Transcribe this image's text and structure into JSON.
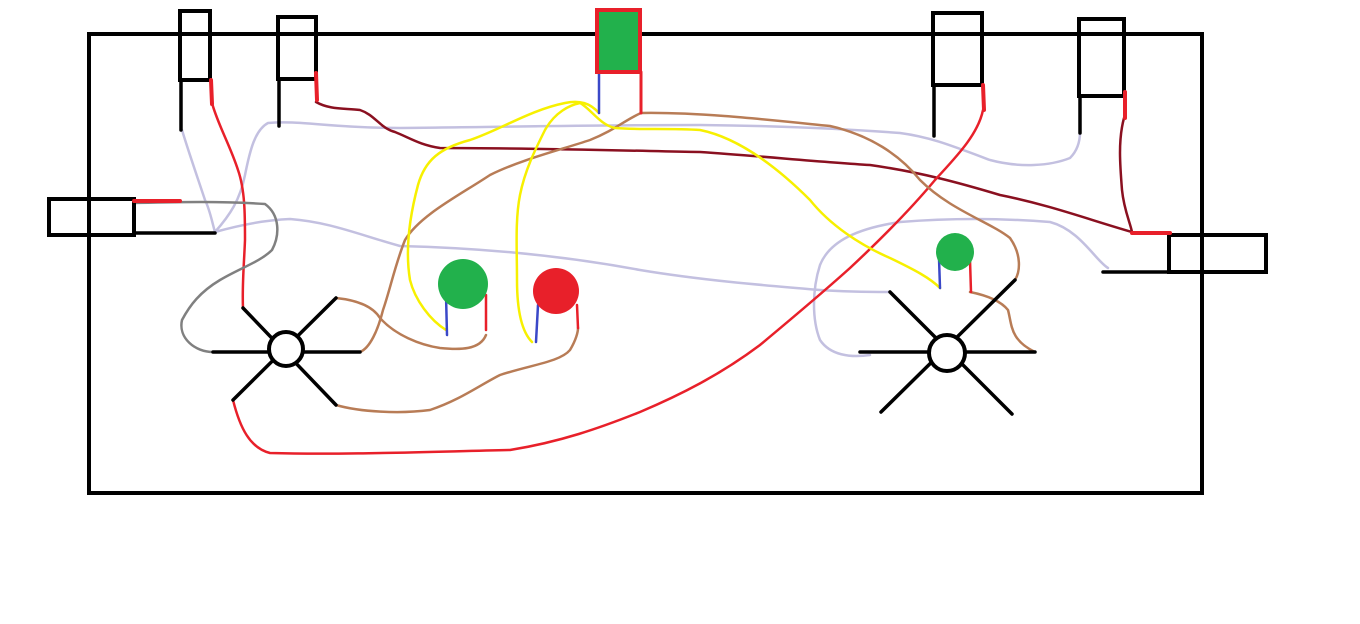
{
  "diagram": {
    "kind": "wiring-sketch",
    "colors": {
      "outline": "#000000",
      "red": "#e8202a",
      "lavender": "#c3c0e0",
      "maroon": "#8a1020",
      "brown": "#b87c56",
      "yellow": "#f7f000",
      "gray": "#808080",
      "blue": "#3a48c8",
      "green": "#22b14c",
      "white": "#ffffff"
    },
    "components": {
      "top_switches": 4,
      "side_switches": 2,
      "top_indicator": "green",
      "lamps": [
        "green",
        "red",
        "green"
      ],
      "fixtures": 2
    },
    "wire_colors": [
      "red",
      "lavender",
      "maroon",
      "brown",
      "yellow",
      "gray",
      "blue"
    ]
  }
}
